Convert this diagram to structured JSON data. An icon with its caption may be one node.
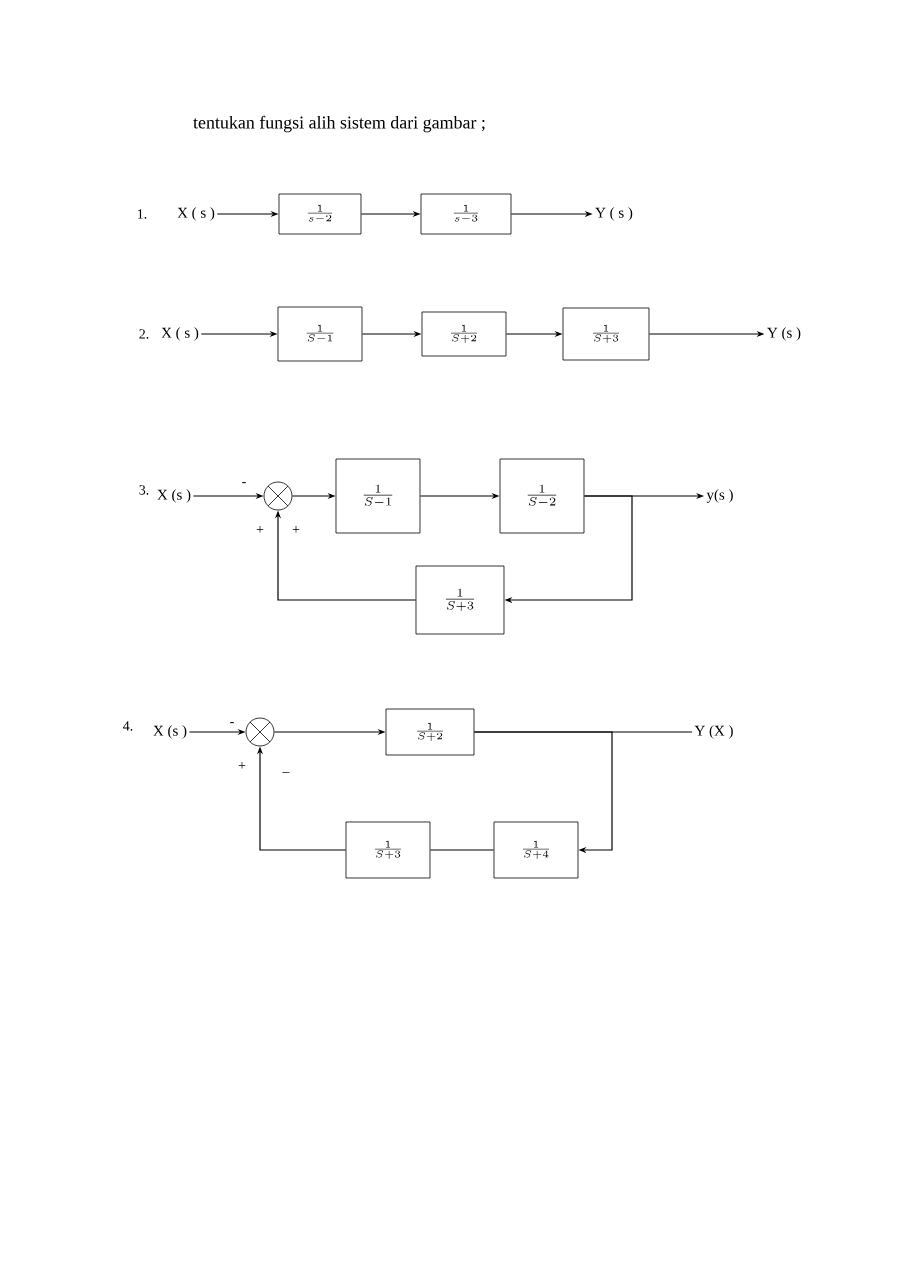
{
  "diagram": {
    "title": "tentukan fungsi alih sistem dari gambar ;",
    "nodes": [
      {
        "text": [
          "X ( s )"
        ]
      },
      {
        "text": [
          "\\frac{1}{s-2}"
        ]
      },
      {
        "text": [
          "\\frac{1}{s-3}"
        ]
      },
      {
        "text": [
          "Y ( s )"
        ]
      },
      {
        "text": [
          "X ( s )"
        ]
      },
      {
        "text": [
          "\\frac{1}{S-1}"
        ]
      },
      {
        "text": [
          "\\frac{1}{S+2}"
        ]
      },
      {
        "text": [
          "\\frac{1}{S+3}"
        ]
      },
      {
        "text": [
          "Y (s )"
        ]
      },
      {
        "text": [
          "X (s )"
        ]
      },
      {
        "text": [],
        "shape": "circle"
      },
      {
        "text": [
          "\\frac{1}{S-1}"
        ]
      },
      {
        "text": [
          "\\frac{1}{S-2}"
        ]
      },
      {
        "text": [
          "y(s )"
        ]
      },
      {
        "text": [
          "\\frac{1}{S+3}"
        ]
      },
      {
        "text": [
          "X (s )"
        ]
      },
      {
        "text": [],
        "shape": "circle"
      },
      {
        "text": [
          "\\frac{1}{S+2}"
        ]
      },
      {
        "text": [
          "Y (X )"
        ]
      },
      {
        "text": [
          "\\frac{1}{S+3}"
        ]
      },
      {
        "text": [
          "\\frac{1}{S+4}"
        ]
      }
    ],
    "edges": [
      {
        "from": 0,
        "to": 1,
        "arrow": "to"
      },
      {
        "from": 1,
        "to": 2,
        "arrow": "to"
      },
      {
        "from": 2,
        "to": 3,
        "arrow": "to"
      },
      {
        "from": 4,
        "to": 5,
        "arrow": "to"
      },
      {
        "from": 5,
        "to": 6,
        "arrow": "to"
      },
      {
        "from": 6,
        "to": 7,
        "arrow": "to"
      },
      {
        "from": 7,
        "to": 8,
        "arrow": "to"
      },
      {
        "from": 9,
        "to": 10,
        "arrow": "to"
      },
      {
        "from": 10,
        "to": 11,
        "arrow": "to"
      },
      {
        "from": 11,
        "to": 12,
        "arrow": "to"
      },
      {
        "from": 12,
        "to": 13,
        "arrow": "to"
      },
      {
        "from": 12,
        "to": 14,
        "arrow": "to"
      },
      {
        "from": 14,
        "to": 10,
        "arrow": "to"
      },
      {
        "from": 15,
        "to": 16,
        "arrow": "to"
      },
      {
        "from": 16,
        "to": 17,
        "arrow": "to"
      },
      {
        "from": 17,
        "to": 18,
        "arrow": "none"
      },
      {
        "from": 17,
        "to": 20,
        "arrow": "to"
      },
      {
        "from": 20,
        "to": 19,
        "arrow": "none"
      },
      {
        "from": 19,
        "to": 16,
        "arrow": "to"
      }
    ],
    "labels": [
      "1.",
      "2.",
      "3.",
      "-",
      "+",
      "+",
      "4.",
      "-",
      "+",
      "–"
    ]
  }
}
